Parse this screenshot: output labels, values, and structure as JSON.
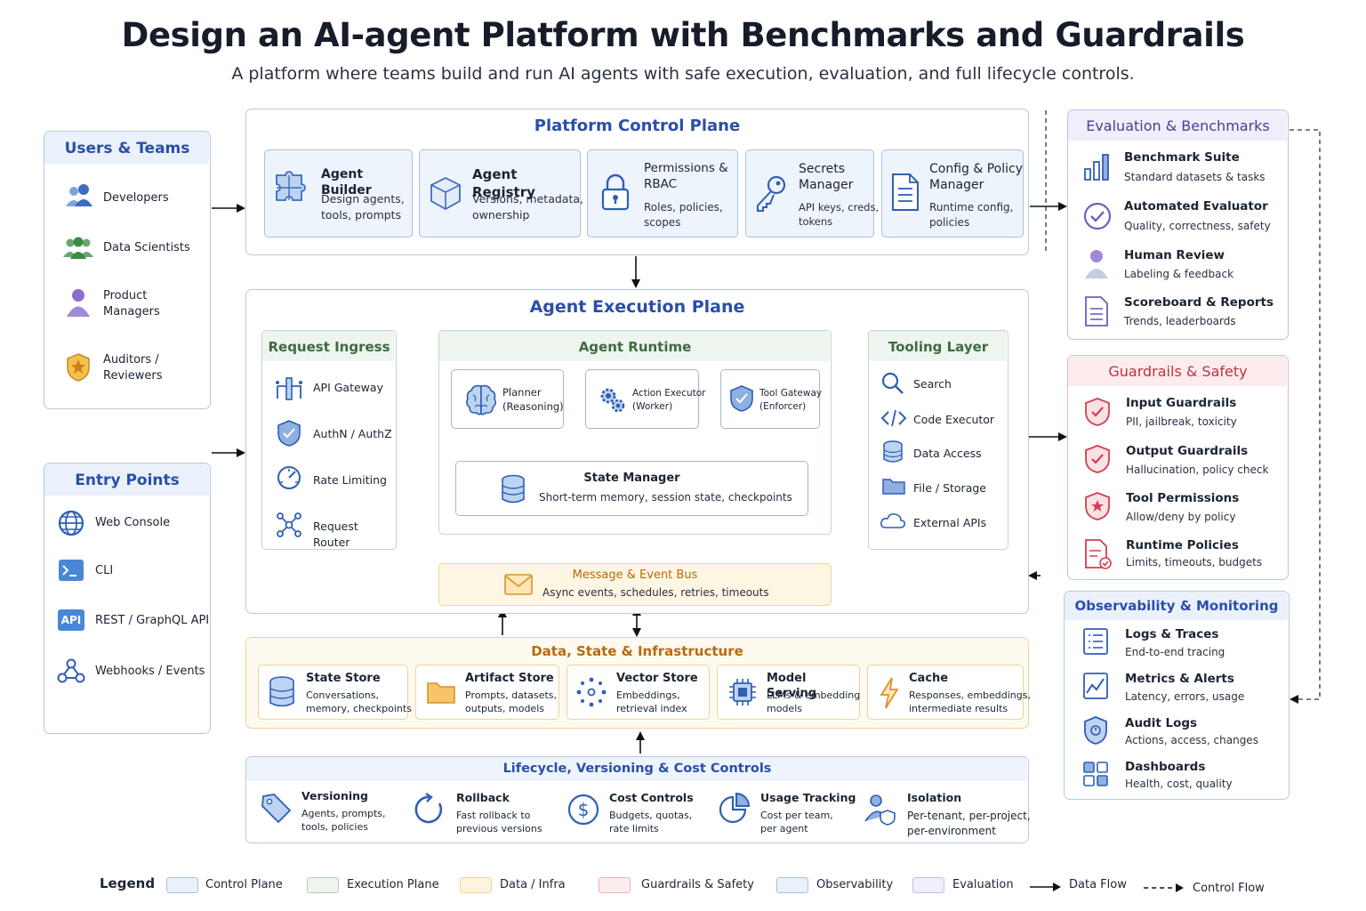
{
  "title": "Design an AI-agent Platform with Benchmarks and Guardrails",
  "subtitle": "A platform where teams build and run AI agents with safe execution, evaluation, and full lifecycle controls.",
  "users_teams": {
    "header": "Users & Teams",
    "items": [
      {
        "label": "Developers",
        "icon": "developers-icon"
      },
      {
        "label": "Data Scientists",
        "icon": "data-scientists-icon"
      },
      {
        "label": "Product\nManagers",
        "icon": "product-managers-icon"
      },
      {
        "label": "Auditors /\nReviewers",
        "icon": "auditors-icon"
      }
    ]
  },
  "entry_points": {
    "header": "Entry Points",
    "items": [
      {
        "label": "Web Console",
        "icon": "globe-icon"
      },
      {
        "label": "CLI",
        "icon": "terminal-icon"
      },
      {
        "label": "REST / GraphQL API",
        "icon": "api-icon"
      },
      {
        "label": "Webhooks / Events",
        "icon": "webhook-icon"
      }
    ],
    "api_badge": "API"
  },
  "control_plane": {
    "header": "Platform Control Plane",
    "cards": [
      {
        "title": "Agent Builder",
        "desc": "Design agents,\ntools, prompts",
        "icon": "puzzle-icon"
      },
      {
        "title": "Agent Registry",
        "desc": "Versions, metadata,\nownership",
        "icon": "cube-icon"
      },
      {
        "title": "Permissions &\nRBAC",
        "desc": "Roles, policies,\nscopes",
        "icon": "lock-icon"
      },
      {
        "title": "Secrets\nManager",
        "desc": "API keys, creds,\ntokens",
        "icon": "key-icon"
      },
      {
        "title": "Config & Policy\nManager",
        "desc": "Runtime config,\npolicies",
        "icon": "document-icon"
      }
    ]
  },
  "execution_plane": {
    "header": "Agent Execution Plane",
    "request_ingress": {
      "header": "Request Ingress",
      "items": [
        "API Gateway",
        "AuthN / AuthZ",
        "Rate Limiting",
        "Request Router"
      ]
    },
    "agent_runtime": {
      "header": "Agent Runtime",
      "planner": "Planner\n(Reasoning)",
      "executor": "Action Executor\n(Worker)",
      "tool_gateway": "Tool Gateway\n(Enforcer)",
      "state_title": "State Manager",
      "state_desc": "Short-term memory, session state, checkpoints"
    },
    "tooling": {
      "header": "Tooling Layer",
      "items": [
        "Search",
        "Code Executor",
        "Data Access",
        "File / Storage",
        "External APIs"
      ]
    },
    "bus_title": "Message & Event Bus",
    "bus_desc": "Async events, schedules, retries, timeouts"
  },
  "data_infra": {
    "header": "Data, State & Infrastructure",
    "cards": [
      {
        "title": "State Store",
        "desc": "Conversations,\nmemory, checkpoints",
        "icon": "database-icon"
      },
      {
        "title": "Artifact Store",
        "desc": "Prompts, datasets,\noutputs, models",
        "icon": "folder-icon"
      },
      {
        "title": "Vector Store",
        "desc": "Embeddings,\nretrieval index",
        "icon": "vector-icon"
      },
      {
        "title": "Model Serving",
        "desc": "LLMs & embedding\nmodels",
        "icon": "chip-icon"
      },
      {
        "title": "Cache",
        "desc": "Responses, embeddings,\nintermediate results",
        "icon": "lightning-icon"
      }
    ]
  },
  "lifecycle": {
    "header": "Lifecycle, Versioning & Cost Controls",
    "items": [
      {
        "title": "Versioning",
        "desc": "Agents, prompts,\ntools, policies",
        "icon": "tag-icon"
      },
      {
        "title": "Rollback",
        "desc": "Fast rollback to\nprevious versions",
        "icon": "rollback-icon"
      },
      {
        "title": "Cost Controls",
        "desc": "Budgets, quotas,\nrate limits",
        "icon": "dollar-icon"
      },
      {
        "title": "Usage Tracking",
        "desc": "Cost per team,\nper agent",
        "icon": "pie-icon"
      },
      {
        "title": "Isolation",
        "desc": "Per-tenant, per-project,\nper-environment",
        "icon": "isolation-icon"
      }
    ]
  },
  "evaluation": {
    "header": "Evaluation & Benchmarks",
    "items": [
      {
        "title": "Benchmark Suite",
        "desc": "Standard datasets & tasks",
        "icon": "bar-chart-icon"
      },
      {
        "title": "Automated Evaluator",
        "desc": "Quality, correctness, safety",
        "icon": "check-circle-icon"
      },
      {
        "title": "Human Review",
        "desc": "Labeling & feedback",
        "icon": "person-icon"
      },
      {
        "title": "Scoreboard & Reports",
        "desc": "Trends, leaderboards",
        "icon": "report-icon"
      }
    ]
  },
  "guardrails": {
    "header": "Guardrails & Safety",
    "items": [
      {
        "title": "Input Guardrails",
        "desc": "PII, jailbreak, toxicity",
        "icon": "shield-check-icon"
      },
      {
        "title": "Output Guardrails",
        "desc": "Hallucination, policy check",
        "icon": "shield-check-icon"
      },
      {
        "title": "Tool Permissions",
        "desc": "Allow/deny by policy",
        "icon": "shield-star-icon"
      },
      {
        "title": "Runtime Policies",
        "desc": "Limits, timeouts, budgets",
        "icon": "policy-doc-icon"
      }
    ]
  },
  "observability": {
    "header": "Observability & Monitoring",
    "items": [
      {
        "title": "Logs & Traces",
        "desc": "End-to-end tracing",
        "icon": "logs-icon"
      },
      {
        "title": "Metrics & Alerts",
        "desc": "Latency, errors, usage",
        "icon": "metrics-icon"
      },
      {
        "title": "Audit Logs",
        "desc": "Actions, access, changes",
        "icon": "audit-icon"
      },
      {
        "title": "Dashboards",
        "desc": "Health, cost, quality",
        "icon": "dashboard-icon"
      }
    ]
  },
  "legend": {
    "title": "Legend",
    "items": [
      {
        "label": "Control Plane",
        "color": "#e9f1fb",
        "border": "#a9c0e0"
      },
      {
        "label": "Execution Plane",
        "color": "#edf5ee",
        "border": "#b4cdb7"
      },
      {
        "label": "Data / Infra",
        "color": "#fdf4de",
        "border": "#ecd49a"
      },
      {
        "label": "Guardrails & Safety",
        "color": "#fcecee",
        "border": "#eab4bb"
      },
      {
        "label": "Observability",
        "color": "#e9f1fb",
        "border": "#a9c0e0"
      },
      {
        "label": "Evaluation",
        "color": "#f0eefb",
        "border": "#c5bde8"
      }
    ],
    "data_flow": "Data Flow",
    "control_flow": "Control Flow"
  },
  "colors": {
    "blue_header": "#2a4fa8",
    "green_header": "#3d6b3f",
    "orange_header": "#b86a10",
    "red_header": "#c0303f",
    "purple_header": "#4a3f8f"
  }
}
